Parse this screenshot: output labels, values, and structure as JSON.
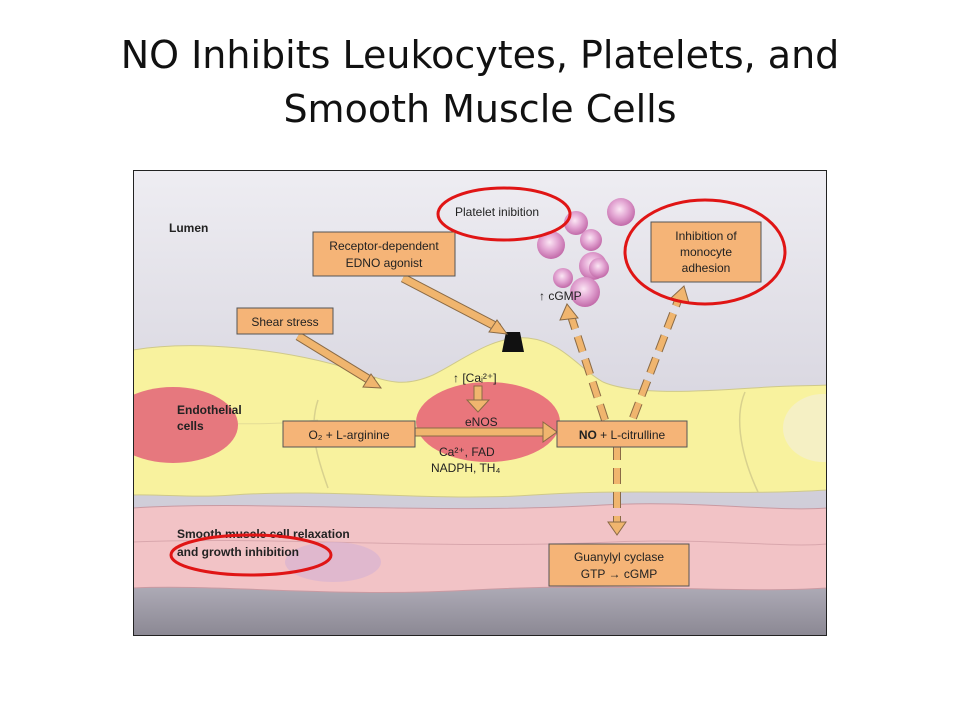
{
  "slide": {
    "title_line1": "NO Inhibits Leukocytes, Platelets, and",
    "title_line2": "Smooth Muscle Cells"
  },
  "diagram": {
    "region_labels": {
      "lumen": "Lumen",
      "endothelial_line1": "Endothelial",
      "endothelial_line2": "cells",
      "smooth_muscle_line1": "Smooth muscle cell relaxation",
      "smooth_muscle_line2": "and growth inhibition"
    },
    "boxes": {
      "receptor_line1": "Receptor-dependent",
      "receptor_line2": "EDNO agonist",
      "shear_stress": "Shear stress",
      "monocyte_line1": "Inhibition of",
      "monocyte_line2": "monocyte",
      "monocyte_line3": "adhesion",
      "o2_arginine": "O₂ + L-arginine",
      "no_citrulline_bold": "NO",
      "no_citrulline_rest": " + L-citrulline",
      "guanylyl_line1": "Guanylyl cyclase",
      "guanylyl_line2": "GTP → cGMP"
    },
    "labels": {
      "platelet_inhibition": "Platelet inibition",
      "cgmp": "↑ cGMP",
      "calcium": "↑ [Caᵢ²⁺]",
      "enos": "eNOS",
      "cofactors_line1": "Ca²⁺, FAD",
      "cofactors_line2": "NADPH, TH₄"
    },
    "colors": {
      "lumen_top": "#e9e7ee",
      "lumen_bottom": "#c9c6d3",
      "endothelial": "#f8f3a0",
      "nucleus": "#e57a80",
      "smooth_muscle": "#f3c6c8",
      "box_fill": "#f5b477",
      "arrow_fill": "#f0b56e",
      "platelet": "#d58cc2",
      "highlight_circle": "#e01515"
    }
  }
}
